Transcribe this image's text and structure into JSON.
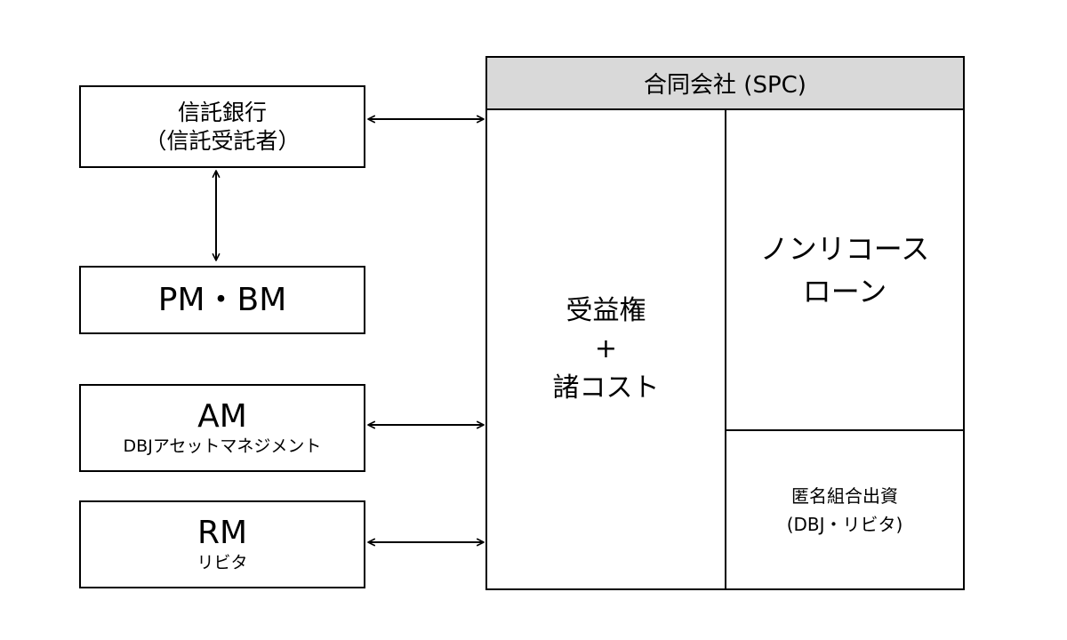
{
  "trust_bank": {
    "line1": "信託銀行",
    "line2": "（信託受託者）"
  },
  "pm_bm": {
    "label": "PM・BM"
  },
  "am": {
    "title": "AM",
    "subtitle": "DBJアセットマネジメント"
  },
  "rm": {
    "title": "RM",
    "subtitle": "リビタ"
  },
  "spc": {
    "header": "合同会社 (SPC)",
    "beneficial": {
      "line1": "受益権",
      "line2": "+",
      "line3": "諸コスト"
    },
    "loan": {
      "line1": "ノンリコース",
      "line2": "ローン"
    },
    "equity": {
      "line1": "匿名組合出資",
      "line2": "(DBJ・リビタ)"
    }
  }
}
